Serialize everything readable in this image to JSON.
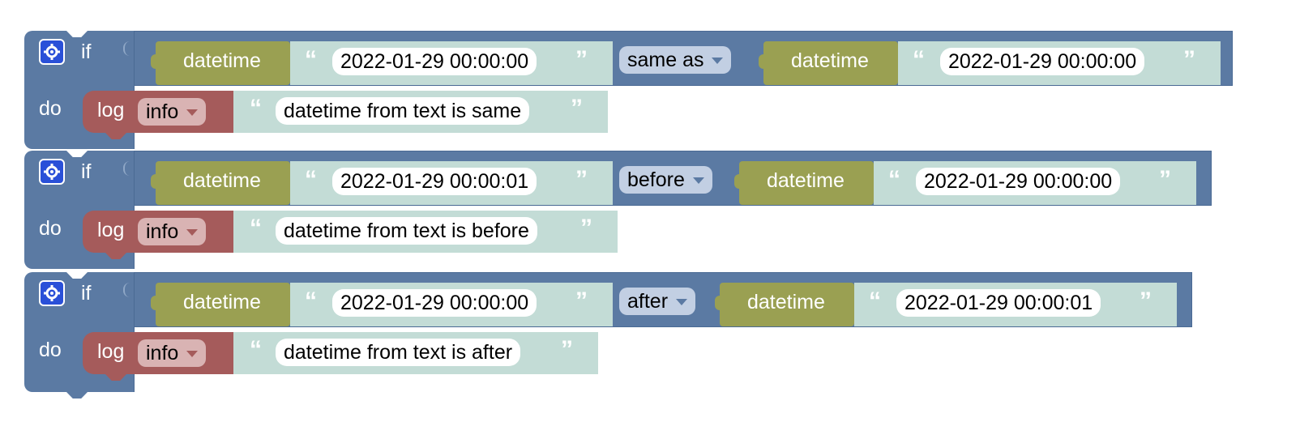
{
  "blocks": [
    {
      "if_label": "if",
      "do_label": "do",
      "left": {
        "block_label": "datetime",
        "text": "2022-01-29 00:00:00"
      },
      "operator": "same as",
      "right": {
        "block_label": "datetime",
        "text": "2022-01-29 00:00:00"
      },
      "log": {
        "label": "log",
        "level": "info",
        "message": "datetime from text is same"
      }
    },
    {
      "if_label": "if",
      "do_label": "do",
      "left": {
        "block_label": "datetime",
        "text": "2022-01-29 00:00:01"
      },
      "operator": "before",
      "right": {
        "block_label": "datetime",
        "text": "2022-01-29 00:00:00"
      },
      "log": {
        "label": "log",
        "level": "info",
        "message": "datetime from text is before"
      }
    },
    {
      "if_label": "if",
      "do_label": "do",
      "left": {
        "block_label": "datetime",
        "text": "2022-01-29 00:00:00"
      },
      "operator": "after",
      "right": {
        "block_label": "datetime",
        "text": "2022-01-29 00:00:01"
      },
      "log": {
        "label": "log",
        "level": "info",
        "message": "datetime from text is after"
      }
    }
  ],
  "quote_open": "“",
  "quote_close": "”",
  "colors": {
    "control_block": "#5b7aa3",
    "datetime_block": "#9aa052",
    "text_block": "#c3dcd6",
    "log_block": "#a55b5b",
    "gear_button": "#2a50d8"
  },
  "icons": {
    "mutator": "gear-icon",
    "dropdown": "chevron-down-icon"
  }
}
